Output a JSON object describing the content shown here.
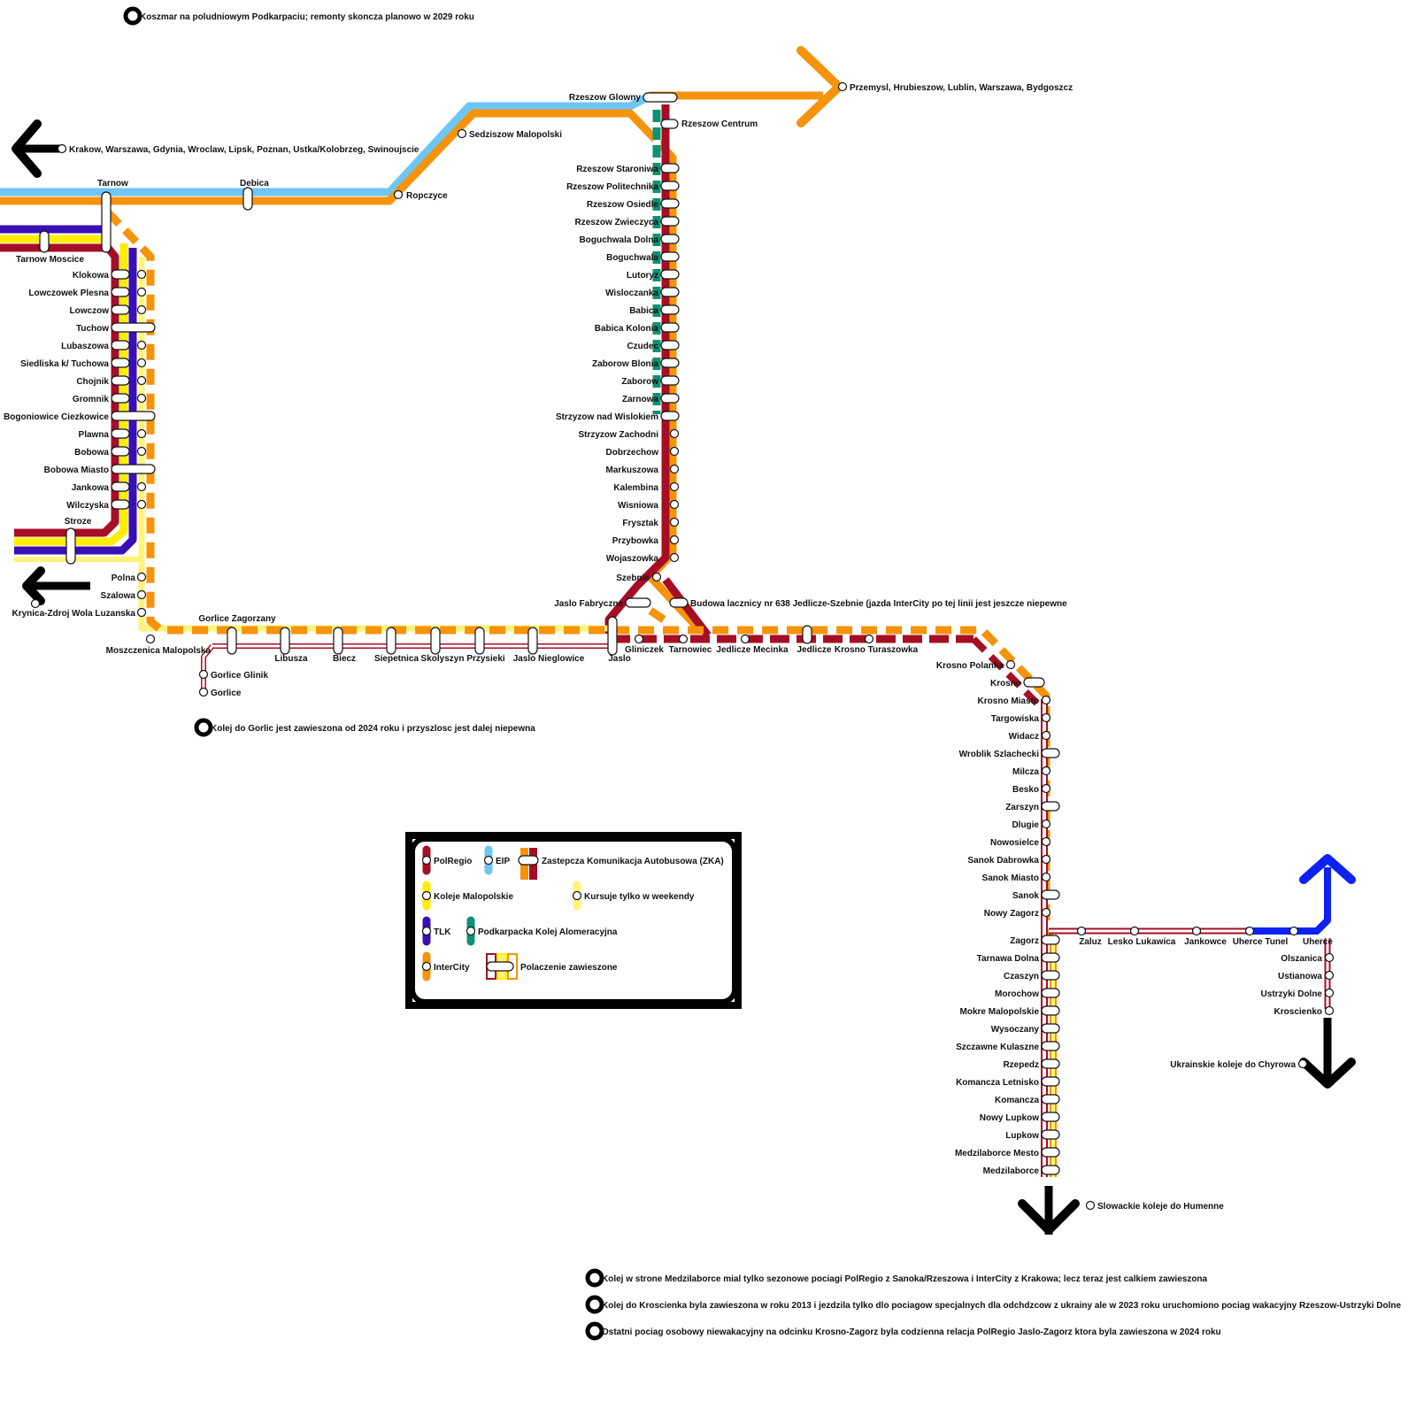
{
  "colors": {
    "polregio": "#a50e25",
    "eip": "#6ec6f5",
    "koleje_malopolskie": "#ffee00",
    "tlk": "#3a0fb5",
    "pka": "#0e9273",
    "intercity": "#f5930a",
    "weekend": "#fff37a",
    "ukraine_link": "#0d22f2",
    "connector": "#000000"
  },
  "notes": {
    "top": "Koszmar na poludniowym Podkarpaciu; remonty skoncza planowo w 2029 roku",
    "gorlice": "Kolej do Gorlic jest zawieszona od 2024 roku i przyszlosc jest dalej niepewna",
    "medzilaborce": "Kolej w strone Medzilaborce mial tylko sezonowe pociagi PolRegio z Sanoka/Rzeszowa i InterCity z Krakowa; lecz teraz jest calkiem zawieszona",
    "kroscienko": "Kolej do Kroscienka byla zawieszona w roku 2013 i jezdzila tylko dlo pociagow specjalnych dla odchdzcow z ukrainy ale w 2023 roku uruchomiono pociag wakacyjny Rzeszow-Ustrzyki Dolne",
    "krosno_zagorz": "Ostatni pociag osobowy niewakacyjny na odcinku Krosno-Zagorz byla codzienna relacja PolRegio Jaslo-Zagorz ktora byla zawieszona w 2024 roku",
    "jedlicze": "Budowa lacznicy nr 638 Jedlicze-Szebnie (jazda InterCity po tej linii jest jeszcze niepewne"
  },
  "connections": {
    "west": "Krakow, Warszawa, Gdynia, Wroclaw, Lipsk, Poznan, Ustka/Kolobrzeg, Swinoujscie",
    "east": "Przemysl, Hrubieszow, Lublin, Warszawa, Bydgoszcz",
    "krynica": "Krynica-Zdroj",
    "slovakia": "Slowackie koleje do Humenne",
    "ukraine": "Ukrainskie koleje do Chyrowa"
  },
  "legend": {
    "polregio": "PolRegio",
    "eip": "EIP",
    "zka": "Zastepcza Komunikacja Autobusowa (ZKA)",
    "koleje_malopolskie": "Koleje Malopolskie",
    "weekend": "Kursuje tylko w weekendy",
    "tlk": "TLK",
    "pka": "Podkarpacka Kolej Alomeracyjna",
    "intercity": "InterCity",
    "suspended": "Polaczenie zawieszone"
  },
  "stations": {
    "main_line": [
      "Tarnow",
      "Debica",
      "Ropczyce",
      "Sedziszow Malopolski",
      "Rzeszow Glowny",
      "Rzeszow Centrum"
    ],
    "tarnow_line": [
      "Tarnow Moscice",
      "Klokowa",
      "Lowczowek Plesna",
      "Lowczow",
      "Tuchow",
      "Lubaszowa",
      "Siedliska k/ Tuchowa",
      "Chojnik",
      "Gromnik",
      "Bogoniowice Ciezkowice",
      "Plawna",
      "Bobowa",
      "Bobowa Miasto",
      "Jankowa",
      "Wilczyska",
      "Stroze",
      "Polna",
      "Szalowa",
      "Wola Luzanska",
      "Moszczenica Malopolska"
    ],
    "jaslo_line": [
      "Gorlice Zagorzany",
      "Libusza",
      "Biecz",
      "Siepetnica",
      "Skolyszyn",
      "Przysieki",
      "Jaslo Nieglowice",
      "Jaslo"
    ],
    "gorlice_branch": [
      "Gorlice Glinik",
      "Gorlice"
    ],
    "rzeszow_line": [
      "Rzeszow Staroniwa",
      "Rzeszow Politechnika",
      "Rzeszow Osiedle",
      "Rzeszow Zwieczyca",
      "Boguchwala Dolna",
      "Boguchwala",
      "Lutoryz",
      "Wisloczanka",
      "Babica",
      "Babica Kolonia",
      "Czudec",
      "Zaborow Blonia",
      "Zaborow",
      "Zarnowa",
      "Strzyzow nad Wislokiem",
      "Strzyzow Zachodni",
      "Dobrzechow",
      "Markuszowa",
      "Kalembina",
      "Wisniowa",
      "Frysztak",
      "Przybowka",
      "Wojaszowka",
      "Szebnie",
      "Jaslo Fabryczne"
    ],
    "krosno_line": [
      "Gliniczek",
      "Tarnowiec",
      "Jedlicze Mecinka",
      "Jedlicze",
      "Krosno Turaszowka",
      "Krosno Polanka",
      "Krosno"
    ],
    "sanok_line": [
      "Krosno Miasto",
      "Targowiska",
      "Widacz",
      "Wroblik Szlachecki",
      "Milcza",
      "Besko",
      "Zarszyn",
      "Dlugie",
      "Nowosielce",
      "Sanok Dabrowka",
      "Sanok Miasto",
      "Sanok",
      "Nowy Zagorz",
      "Zagorz"
    ],
    "medzilaborce_line": [
      "Tarnawa Dolna",
      "Czaszyn",
      "Morochow",
      "Mokre Malopolskie",
      "Wysoczany",
      "Szczawne Kulaszne",
      "Rzepedz",
      "Komancza Letnisko",
      "Komancza",
      "Nowy Lupkow",
      "Lupkow",
      "Medzilaborce Mesto",
      "Medzilaborce"
    ],
    "ustrzyki_line": [
      "Zaluz",
      "Lesko Lukawica",
      "Jankowce",
      "Uherce Tunel",
      "Uherce",
      "Olszanica",
      "Ustianowa",
      "Ustrzyki Dolne",
      "Kroscienko"
    ]
  }
}
